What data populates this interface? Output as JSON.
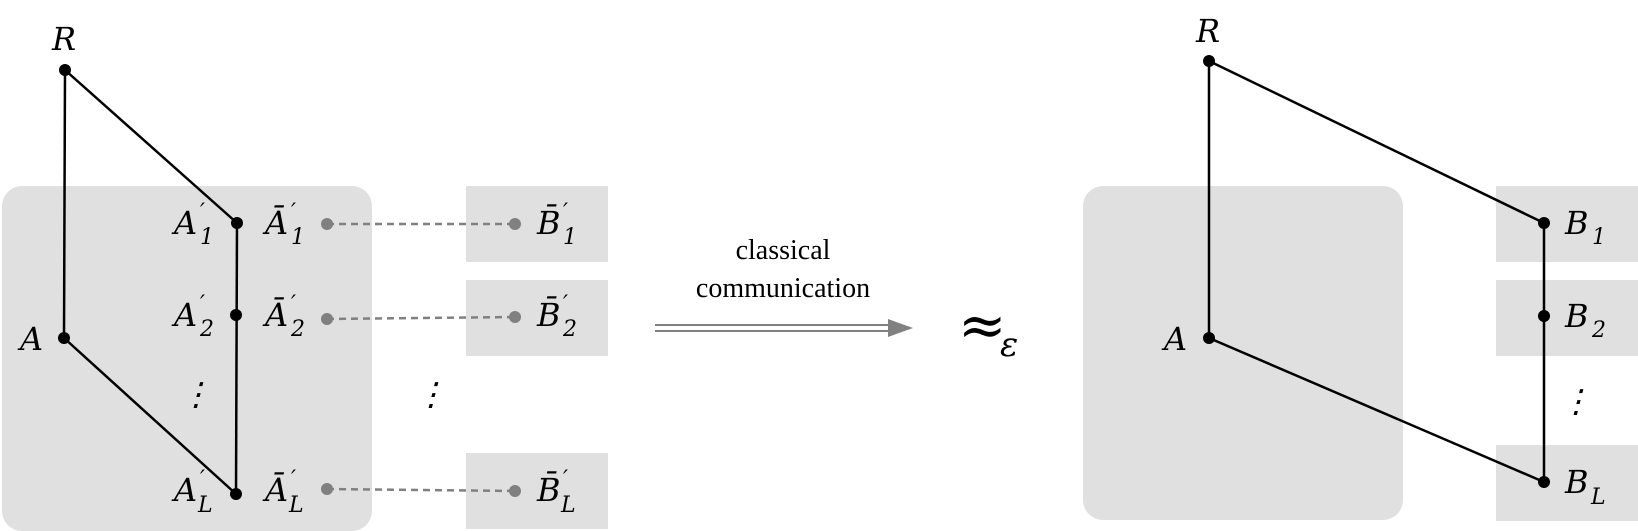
{
  "left": {
    "R": "R",
    "A": "A",
    "A_primes": [
      {
        "base": "A",
        "prime": "′",
        "sub": "1"
      },
      {
        "base": "A",
        "prime": "′",
        "sub": "2"
      },
      {
        "base": "A",
        "prime": "′",
        "sub": "L"
      }
    ],
    "Abar_primes": [
      {
        "base": "Ā",
        "prime": "′",
        "sub": "1"
      },
      {
        "base": "Ā",
        "prime": "′",
        "sub": "2"
      },
      {
        "base": "Ā",
        "prime": "′",
        "sub": "L"
      }
    ],
    "Bbar_primes": [
      {
        "base": "B̄",
        "prime": "′",
        "sub": "1"
      },
      {
        "base": "B̄",
        "prime": "′",
        "sub": "2"
      },
      {
        "base": "B̄",
        "prime": "′",
        "sub": "L"
      }
    ],
    "vdots": "⋮"
  },
  "arrow": {
    "line1": "classical",
    "line2": "communication"
  },
  "approx": {
    "symbol": "≈",
    "sub": "ε"
  },
  "right": {
    "R": "R",
    "A": "A",
    "B": [
      {
        "base": "B",
        "sub": "1"
      },
      {
        "base": "B",
        "sub": "2"
      },
      {
        "base": "B",
        "sub": "L"
      }
    ],
    "vdots": "⋮"
  },
  "colors": {
    "box": "#e0e0e0",
    "line": "#000000",
    "dashed": "#808080"
  }
}
